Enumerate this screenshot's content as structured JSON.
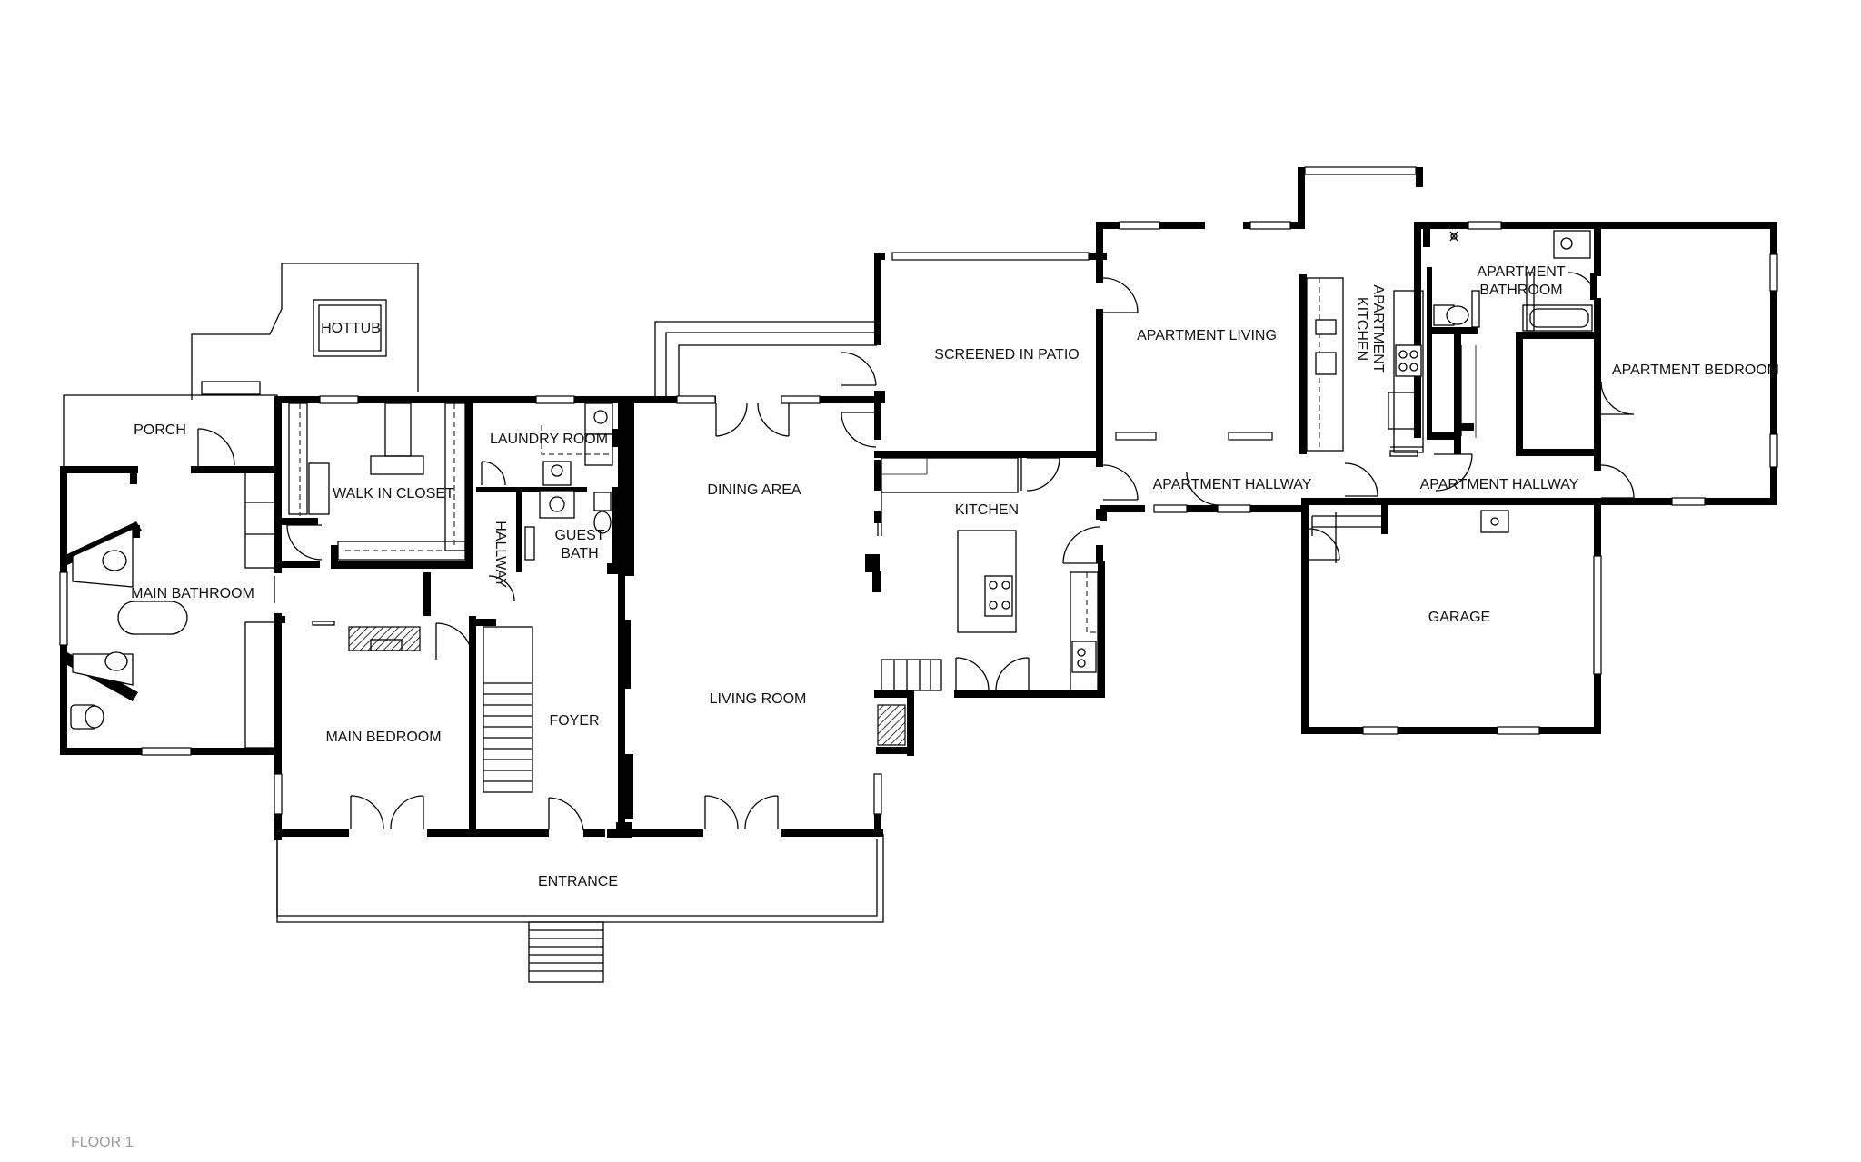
{
  "rooms": {
    "hottub": "HOTTUB",
    "porch": "PORCH",
    "walk_in_closet": "WALK IN CLOSET",
    "laundry_room": "LAUNDRY ROOM",
    "guest_bath_line1": "GUEST",
    "guest_bath_line2": "BATH",
    "hallway": "HALLWAY",
    "dining_area": "DINING AREA",
    "screened_in_patio": "SCREENED IN PATIO",
    "kitchen": "KITCHEN",
    "apartment_living": "APARTMENT LIVING",
    "apartment_kitchen_line1": "APARTMENT",
    "apartment_kitchen_line2": "KITCHEN",
    "apartment_bathroom_line1": "APARTMENT",
    "apartment_bathroom_line2": "BATHROOM",
    "apartment_bedroom": "APARTMENT BEDROOM",
    "apartment_hallway_left": "APARTMENT HALLWAY",
    "apartment_hallway_right": "APARTMENT HALLWAY",
    "main_bathroom": "MAIN BATHROOM",
    "garage": "GARAGE",
    "main_bedroom": "MAIN BEDROOM",
    "foyer": "FOYER",
    "living_room": "LIVING ROOM",
    "entrance": "ENTRANCE"
  },
  "floor_label": "FLOOR 1"
}
